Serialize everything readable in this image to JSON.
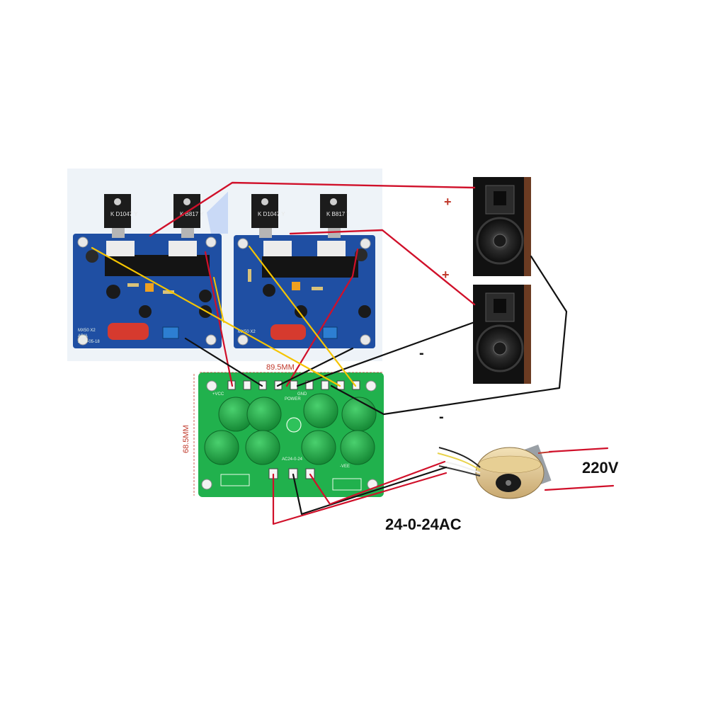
{
  "amplifier_boards": {
    "left": {
      "chips": [
        "K D1047 Y",
        "K B817 Y"
      ],
      "silk": [
        "MX50 X2",
        "AB/A",
        "2016-05-18"
      ]
    },
    "right": {
      "chips": [
        "K D1047 Y",
        "K B817 Y"
      ],
      "silk": [
        "MX50 X2"
      ]
    }
  },
  "power_board": {
    "width_label": "89.5MM",
    "height_label": "68.5MM",
    "silk": [
      "AC24-0-24",
      "POWER",
      "+VCC",
      "GND",
      "-VEE"
    ]
  },
  "speakers": {
    "top": {
      "plus_label": "+"
    },
    "bottom": {
      "plus_label": "+",
      "minus_label": "-"
    },
    "shared_minus_label": "-"
  },
  "transformer": {
    "mains_label": "220V",
    "secondary_label": "24-0-24AC"
  },
  "colors": {
    "wire_red": "#d0102a",
    "wire_black": "#111111",
    "wire_yellow": "#f5c400",
    "amp_pcb": "#1f4fa3",
    "power_pcb": "#21b14d",
    "heatsink": "#1a1a1a"
  }
}
